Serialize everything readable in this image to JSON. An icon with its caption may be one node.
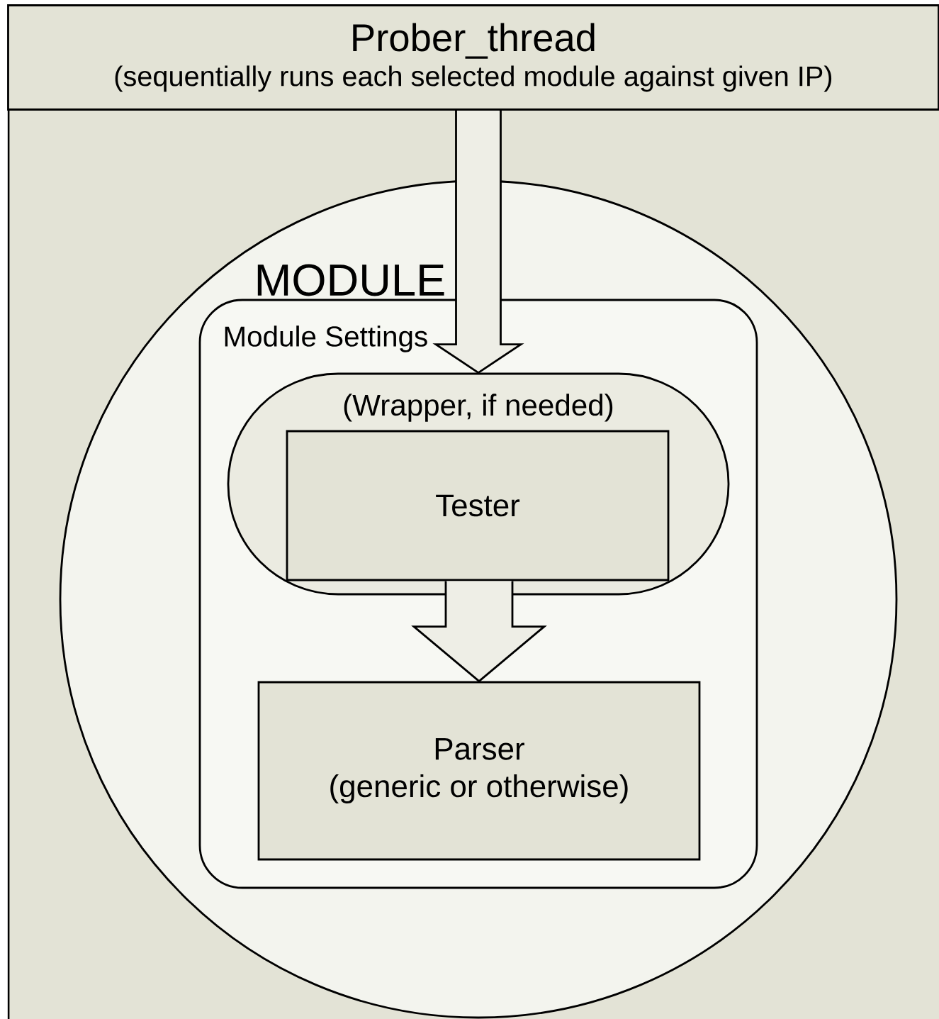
{
  "diagram": {
    "nodes": [
      {
        "text": [
          "Prober_thread",
          "(sequentially runs each selected module against given IP)"
        ]
      },
      {
        "text": [
          "MODULE"
        ]
      },
      {
        "text": [
          "Module Settings"
        ],
        "in": 1
      },
      {
        "text": [
          "(Wrapper, if needed)"
        ],
        "in": 2
      },
      {
        "text": [
          "Tester"
        ],
        "in": 3
      },
      {
        "text": [
          "Parser",
          "(generic or otherwise)"
        ],
        "in": 2
      }
    ],
    "edges": [
      {
        "from": 0,
        "to": 3,
        "arrow": "to"
      },
      {
        "from": 4,
        "to": 5,
        "arrow": "to"
      }
    ]
  }
}
